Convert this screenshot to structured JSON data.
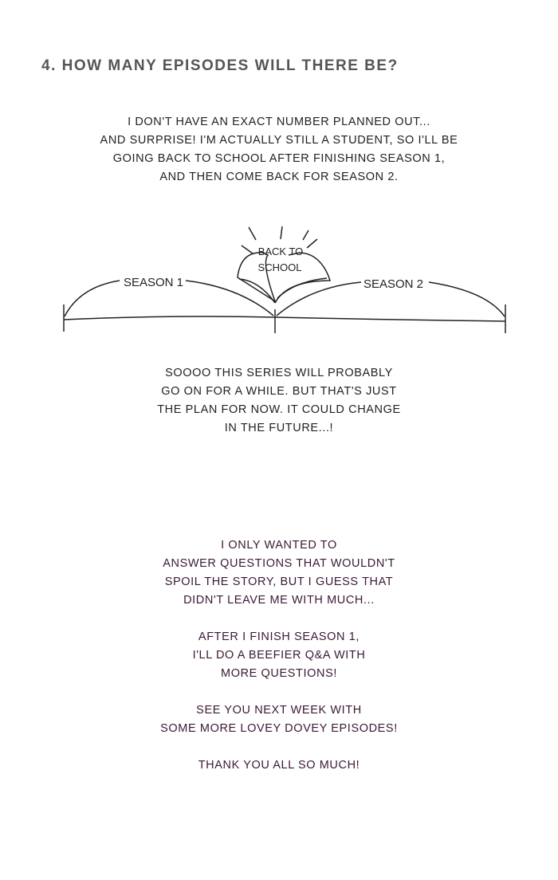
{
  "heading": "4. HOW MANY EPISODES WILL THERE BE?",
  "intro": [
    "I DON'T HAVE AN EXACT NUMBER PLANNED OUT...",
    "AND SURPRISE! I'M ACTUALLY STILL A STUDENT, SO I'LL BE",
    "GOING BACK TO SCHOOL AFTER FINISHING SEASON 1,",
    "AND THEN COME BACK FOR SEASON 2."
  ],
  "timeline": {
    "season1": "SEASON 1",
    "season2": "SEASON 2",
    "break_line1": "BACK TO",
    "break_line2": "SCHOOL"
  },
  "followup": [
    "SOOOO THIS SERIES WILL PROBABLY",
    "GO ON FOR A WHILE. BUT THAT'S JUST",
    "THE PLAN FOR NOW. IT COULD CHANGE",
    "IN THE FUTURE...!"
  ],
  "closing": {
    "p1": [
      "I ONLY WANTED TO",
      "ANSWER QUESTIONS THAT WOULDN'T",
      "SPOIL THE STORY, BUT I GUESS THAT",
      "DIDN'T LEAVE ME WITH MUCH..."
    ],
    "p2": [
      "AFTER I FINISH SEASON 1,",
      "I'LL DO A BEEFIER Q&A WITH",
      "MORE QUESTIONS!"
    ],
    "p3": [
      "SEE YOU NEXT WEEK WITH",
      "SOME MORE LOVEY DOVEY EPISODES!"
    ],
    "p4": [
      "THANK YOU ALL SO MUCH!"
    ]
  }
}
